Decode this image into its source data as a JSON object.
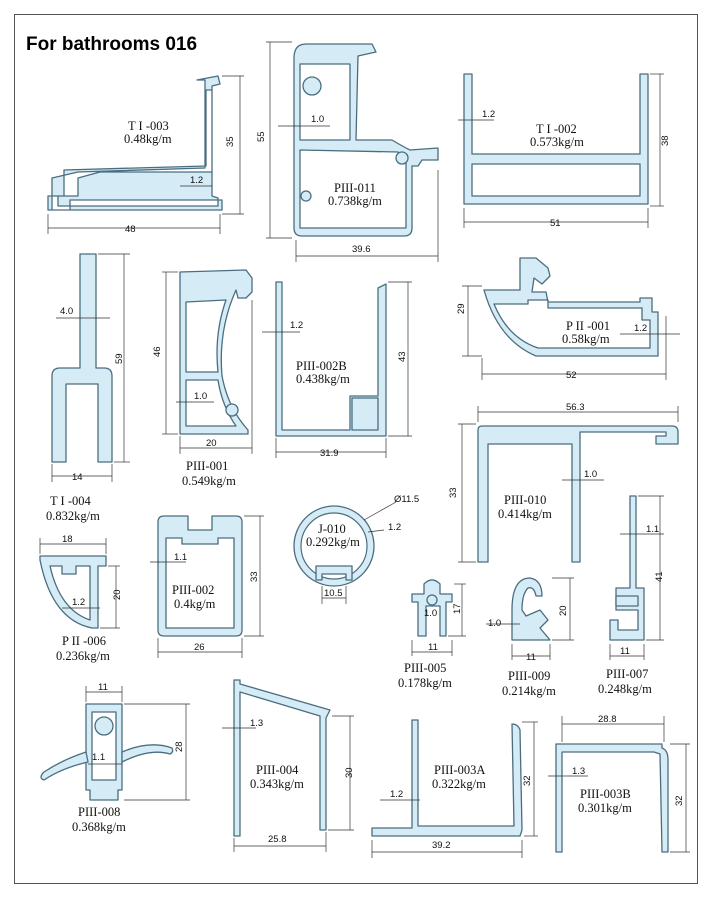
{
  "title": "For bathrooms 016",
  "profiles": [
    {
      "id": "ti003",
      "code": "T I -003",
      "weight": "0.48kg/m",
      "dims": [
        "35",
        "1.2",
        "48"
      ]
    },
    {
      "id": "p3011",
      "code": "PIII-011",
      "weight": "0.738kg/m",
      "dims": [
        "55",
        "1.0",
        "39.6"
      ]
    },
    {
      "id": "ti002",
      "code": "T I -002",
      "weight": "0.573kg/m",
      "dims": [
        "1.2",
        "38",
        "51"
      ]
    },
    {
      "id": "ti004",
      "code": "T I -004",
      "weight": "0.832kg/m",
      "dims": [
        "4.0",
        "59",
        "14"
      ]
    },
    {
      "id": "p3001",
      "code": "PIII-001",
      "weight": "0.549kg/m",
      "dims": [
        "46",
        "1.0",
        "20"
      ]
    },
    {
      "id": "p3002b",
      "code": "PIII-002B",
      "weight": "0.438kg/m",
      "dims": [
        "1.2",
        "43",
        "31.9"
      ]
    },
    {
      "id": "p2001",
      "code": "P II -001",
      "weight": "0.58kg/m",
      "dims": [
        "29",
        "1.2",
        "52"
      ]
    },
    {
      "id": "p3010",
      "code": "PIII-010",
      "weight": "0.414kg/m",
      "dims": [
        "56.3",
        "33",
        "1.0"
      ]
    },
    {
      "id": "p2006",
      "code": "P II -006",
      "weight": "0.236kg/m",
      "dims": [
        "18",
        "20",
        "1.2"
      ]
    },
    {
      "id": "p3002",
      "code": "PIII-002",
      "weight": "0.4kg/m",
      "dims": [
        "1.1",
        "33",
        "26"
      ]
    },
    {
      "id": "j010",
      "code": "J-010",
      "weight": "0.292kg/m",
      "dims": [
        "Ø11.5",
        "1.2",
        "10.5"
      ]
    },
    {
      "id": "p3005",
      "code": "PIII-005",
      "weight": "0.178kg/m",
      "dims": [
        "17",
        "1.0",
        "11"
      ]
    },
    {
      "id": "p3009",
      "code": "PIII-009",
      "weight": "0.214kg/m",
      "dims": [
        "20",
        "1.0",
        "11"
      ]
    },
    {
      "id": "p3007",
      "code": "PIII-007",
      "weight": "0.248kg/m",
      "dims": [
        "1.1",
        "41",
        "11"
      ]
    },
    {
      "id": "p3008",
      "code": "PIII-008",
      "weight": "0.368kg/m",
      "dims": [
        "11",
        "28",
        "1.1"
      ]
    },
    {
      "id": "p3004",
      "code": "PIII-004",
      "weight": "0.343kg/m",
      "dims": [
        "1.3",
        "30",
        "25.8"
      ]
    },
    {
      "id": "p3003a",
      "code": "PIII-003A",
      "weight": "0.322kg/m",
      "dims": [
        "32",
        "1.2",
        "39.2"
      ]
    },
    {
      "id": "p3003b",
      "code": "PIII-003B",
      "weight": "0.301kg/m",
      "dims": [
        "28.8",
        "1.3",
        "32"
      ]
    }
  ],
  "colors": {
    "profile_fill": "#d5ebf5",
    "profile_stroke": "#4a6e80",
    "text": "#111111"
  }
}
